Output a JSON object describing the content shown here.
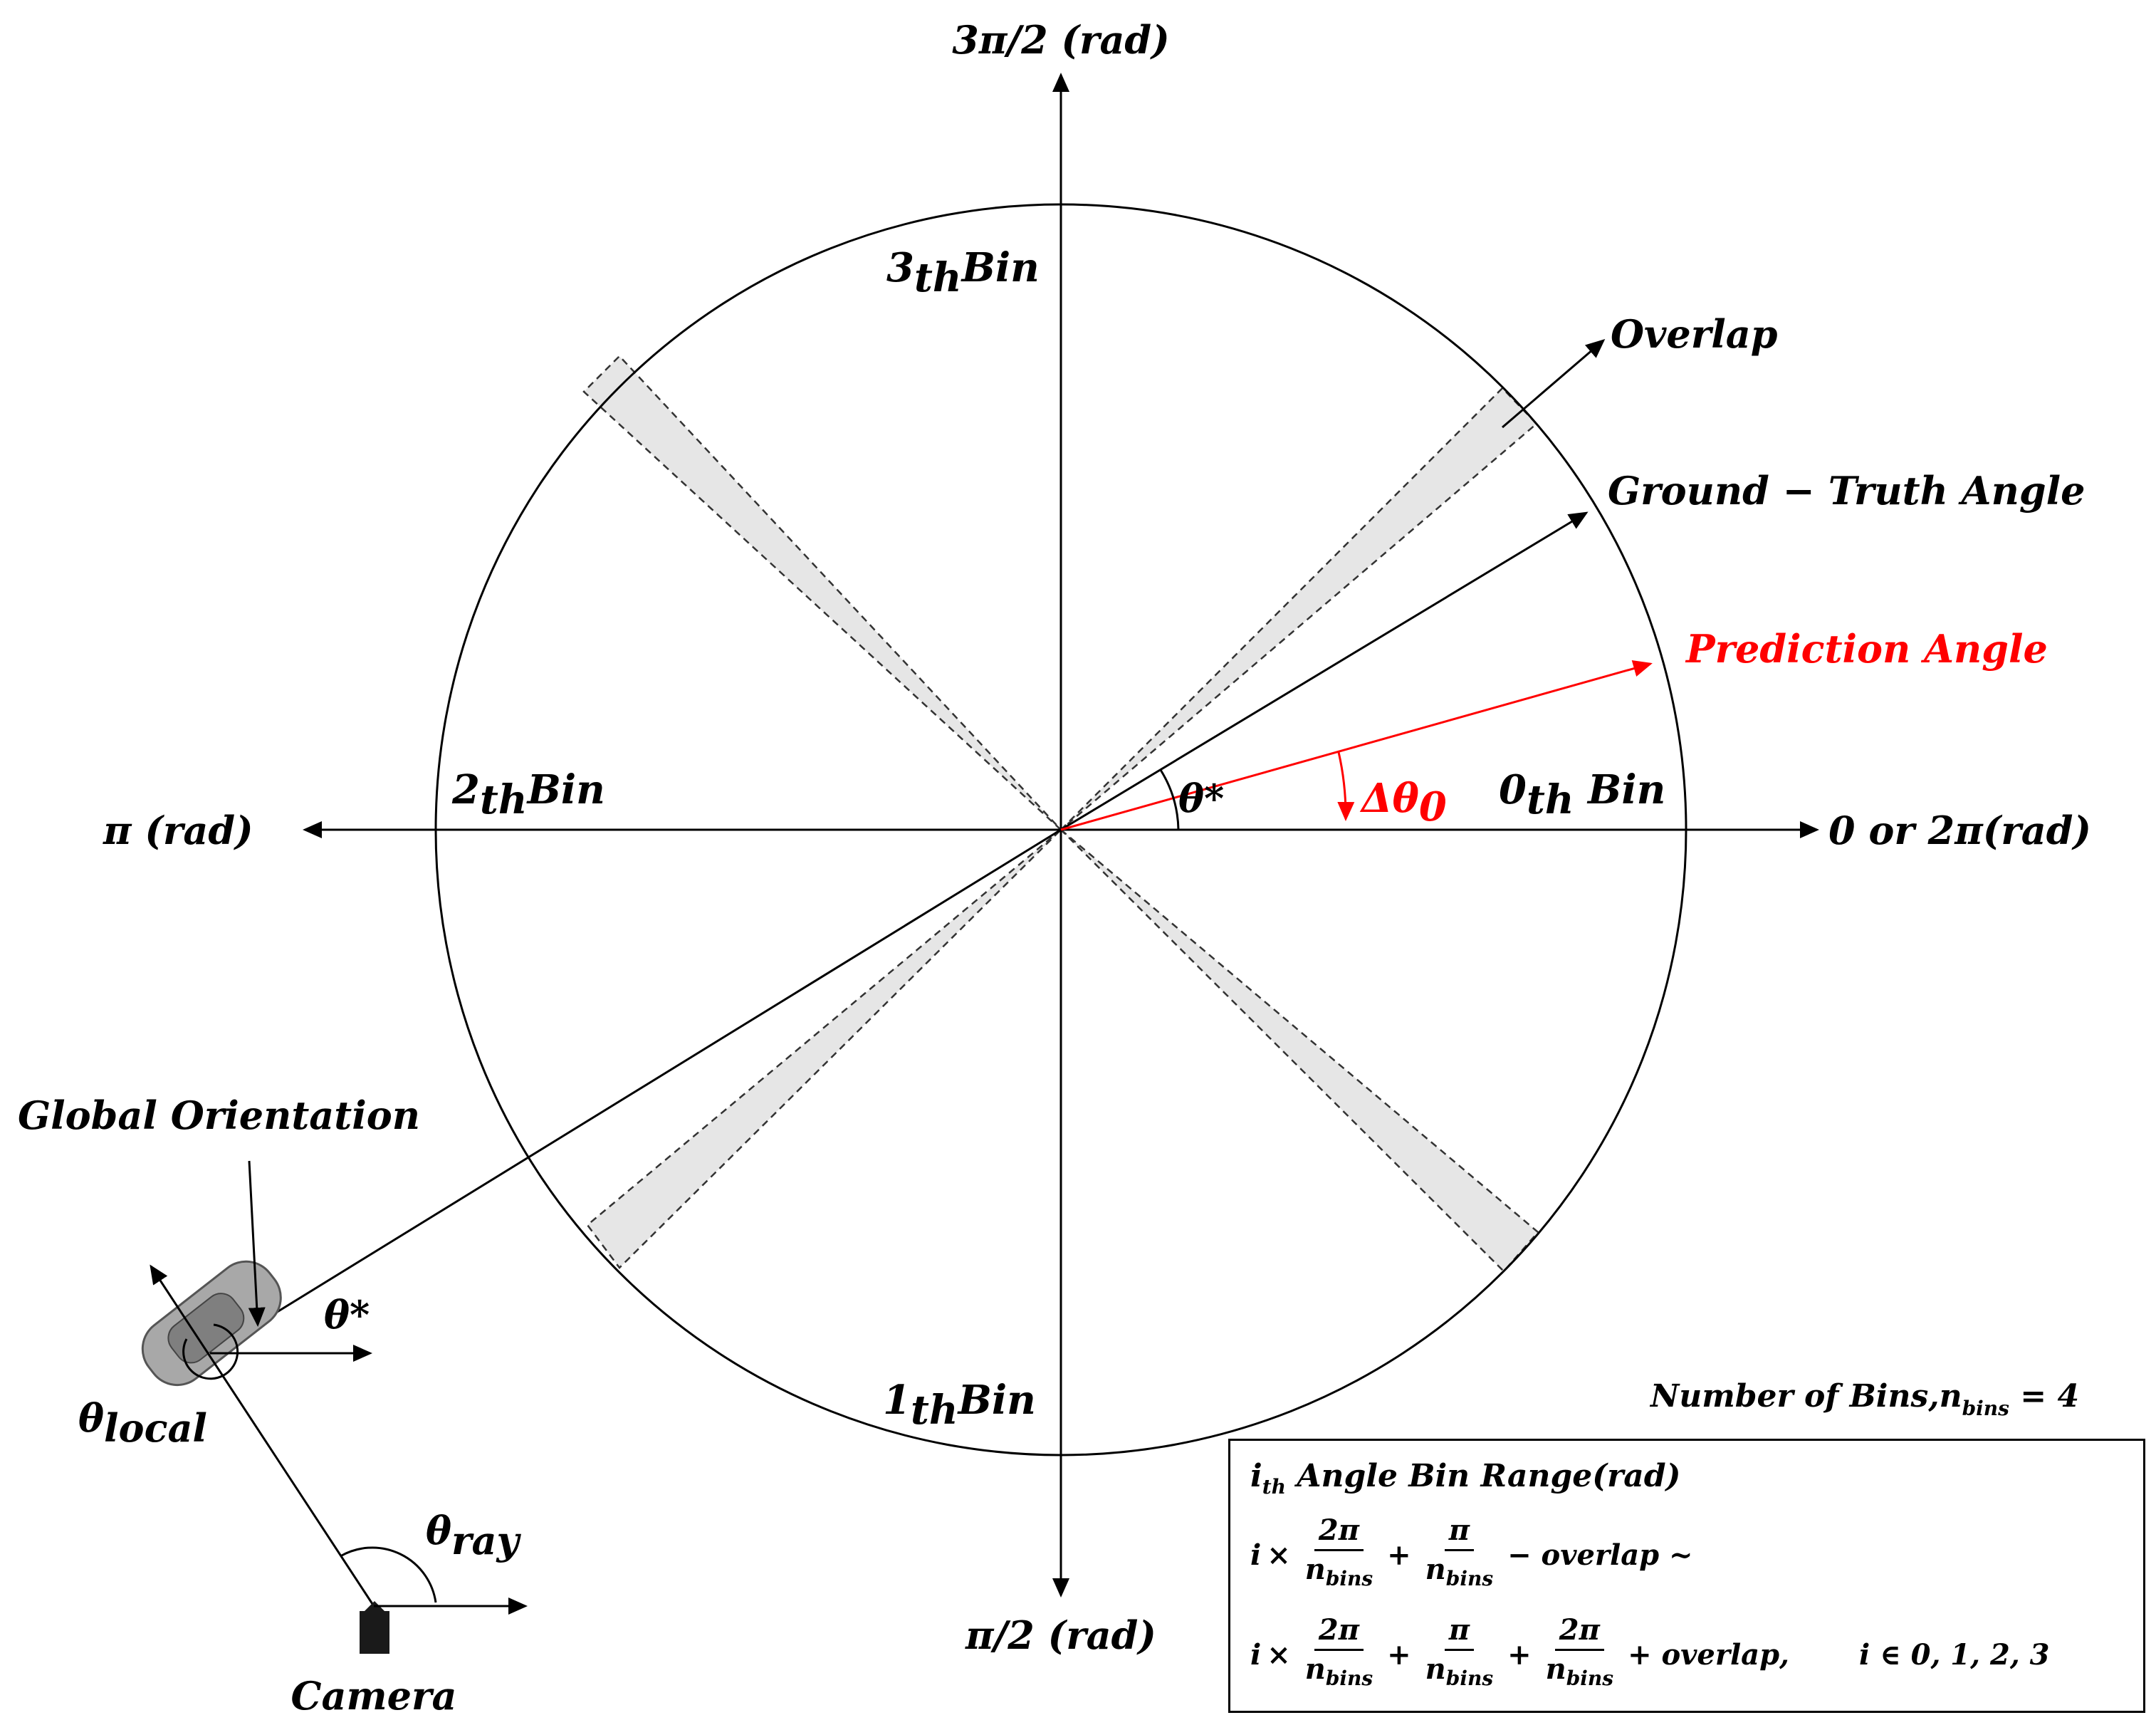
{
  "axes": {
    "top": "3π/2 (rad)",
    "bottom": "π/2 (rad)",
    "left": "π (rad)",
    "right": "0 or 2π(rad)"
  },
  "bins": {
    "bin0": {
      "main": "0",
      "sub": "th",
      "word": " Bin"
    },
    "bin1": {
      "main": "1",
      "sub": "th",
      "word": "Bin"
    },
    "bin2": {
      "main": "2",
      "sub": "th",
      "word": "Bin"
    },
    "bin3": {
      "main": "3",
      "sub": "th",
      "word": "Bin"
    }
  },
  "labels": {
    "overlap": "Overlap",
    "ground_truth": "Ground − Truth Angle",
    "prediction": "Prediction Angle",
    "delta_theta": {
      "main": "Δθ",
      "sub": "0"
    },
    "theta_star": "θ*",
    "global_orientation": "Global Orientation",
    "theta_local": {
      "main": "θ",
      "sub": "local"
    },
    "theta_ray": {
      "main": "θ",
      "sub": "ray"
    },
    "camera": "Camera",
    "num_bins": {
      "prefix": "Number of Bins,n",
      "sub": "bins",
      "suffix": " = 4"
    }
  },
  "formula": {
    "title_main": "i",
    "title_sub": "th",
    "title_rest": " Angle Bin Range(rad)",
    "i": "i",
    "times": "×",
    "plus": "+",
    "two_pi": "2π",
    "pi": "π",
    "n": "n",
    "bins_sub": "bins",
    "minus_overlap": "− overlap  ~",
    "plus_overlap": "+ overlap,",
    "condition": "i ∈ 0, 1, 2, 3"
  },
  "colors": {
    "prediction": "#ff0000",
    "overlap_fill": "#e6e6e6",
    "line": "#000000"
  }
}
